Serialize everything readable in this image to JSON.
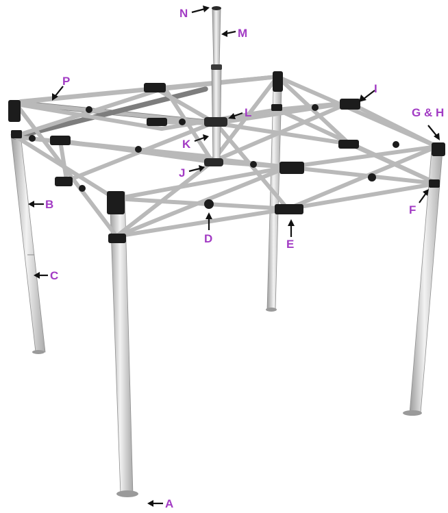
{
  "labels": {
    "A": "A",
    "B": "B",
    "C": "C",
    "D": "D",
    "E": "E",
    "F": "F",
    "GH": "G & H",
    "I": "I",
    "J": "J",
    "K": "K",
    "L": "L",
    "M": "M",
    "N": "N",
    "P": "P"
  }
}
